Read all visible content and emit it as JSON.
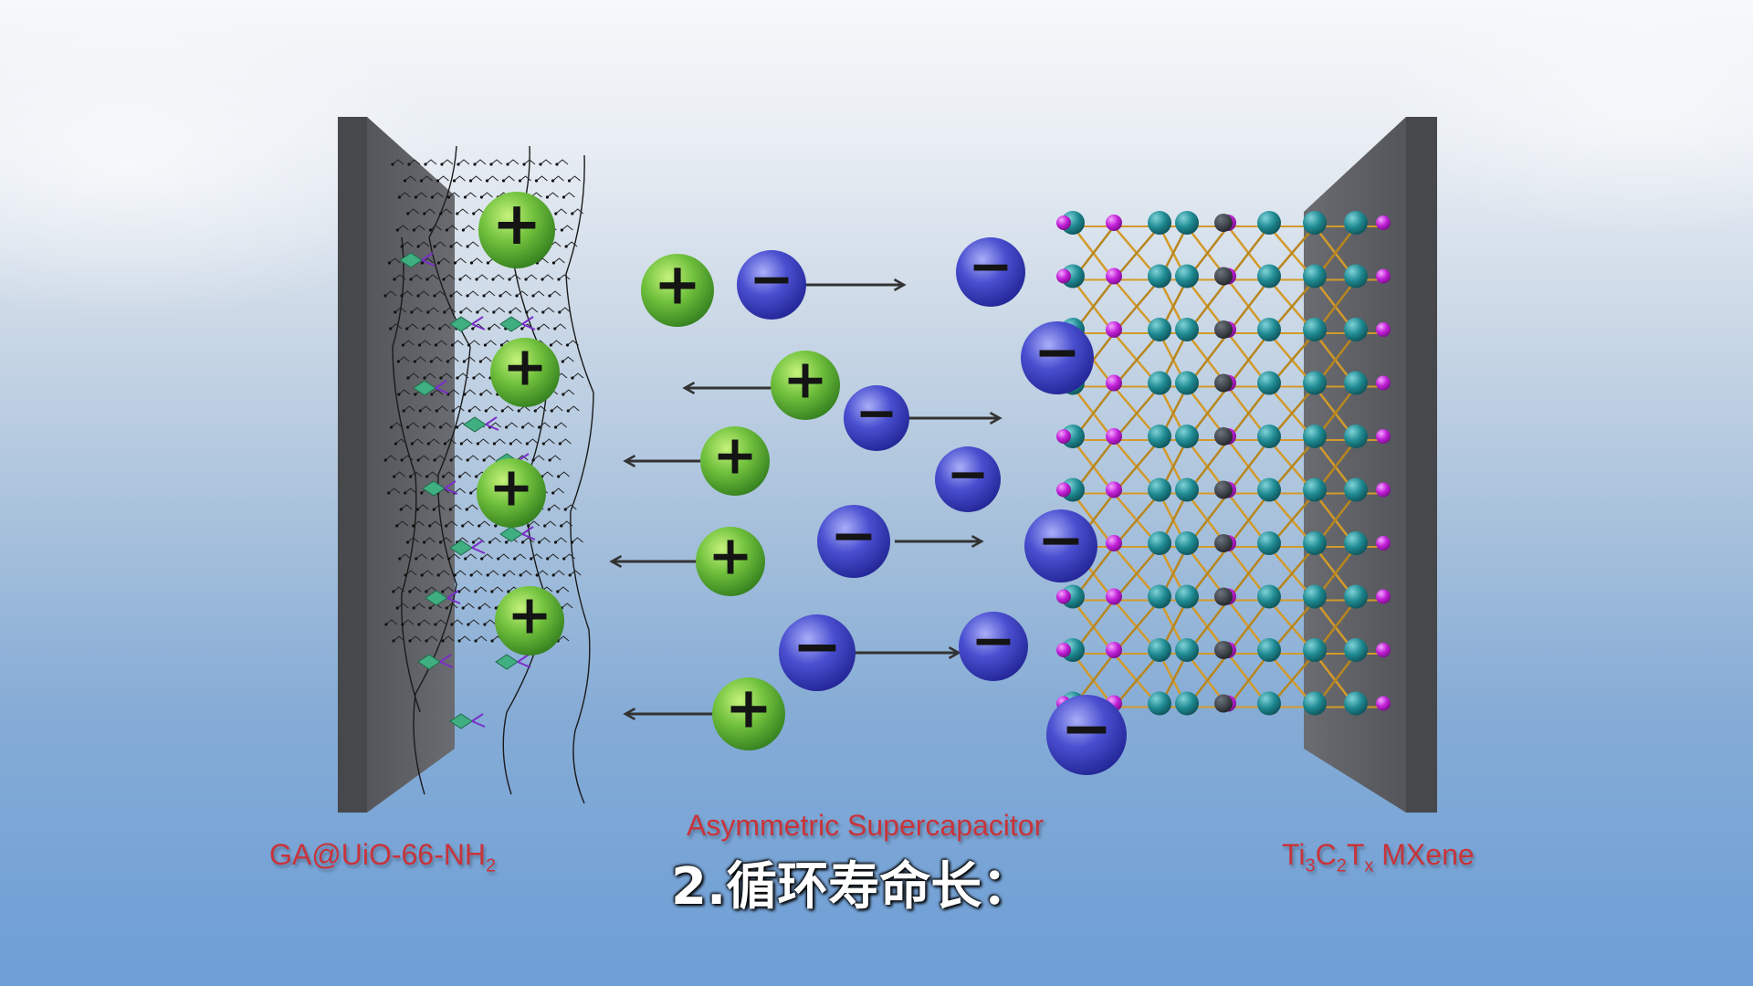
{
  "labels": {
    "left_electrode": {
      "main": "GA@UiO-66-NH",
      "sub": "2"
    },
    "center": "Asymmetric Supercapacitor",
    "right_electrode": {
      "p1": "Ti",
      "s1": "3",
      "p2": "C",
      "s2": "2",
      "p3": "T",
      "s3": "x",
      "p4": " MXene"
    }
  },
  "subtitle": "2.循环寿命长：",
  "ions": {
    "positive_symbol": "+",
    "negative_symbol": "−"
  },
  "colors": {
    "label_red": "#c8343a",
    "cation_green": "#5cab3a",
    "anion_blue": "#3a3fc0",
    "electrode_gray": "#5a5c61",
    "mxene_teal": "#1f7f86",
    "mxene_magenta": "#c21fd8",
    "mxene_bond": "#d39a2a"
  }
}
